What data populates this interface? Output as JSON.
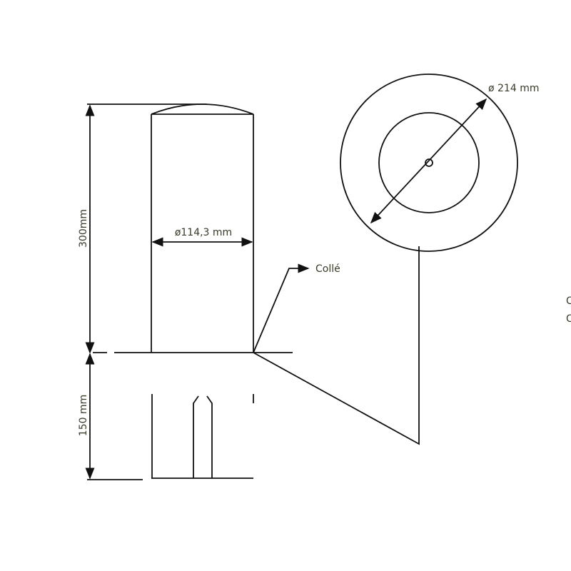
{
  "dimensions": {
    "height_upper": "300mm",
    "height_lower": "150 mm",
    "tube_diameter": "ø114,3 mm",
    "cap_diameter": "ø 214 mm"
  },
  "callouts": {
    "glued": "Collé"
  },
  "clipped_text": [
    "C",
    "C"
  ],
  "clipped_text_note": "partial"
}
